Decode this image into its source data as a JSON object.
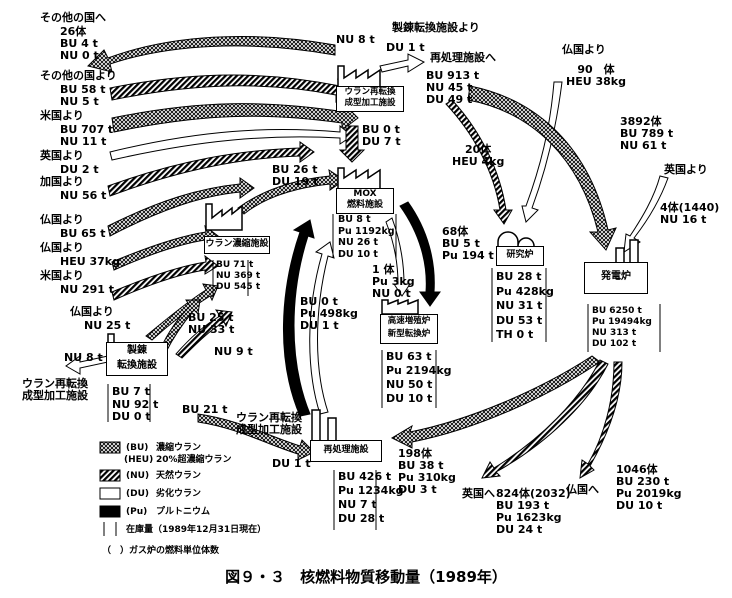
{
  "title": "図９・３　核燃料物質移動量（1989年）",
  "facilities": {
    "uranium_conversion_top": "ウラン再転換\n成型加工施設",
    "mox": "MOX\n燃料施設",
    "uranium_enrichment": "ウラン濃縮施設",
    "refining_conversion": "製錬\n転換施設",
    "fbr": "高速増殖炉\n新型転換炉",
    "research_reactor": "研究炉",
    "power_reactor": "発電炉",
    "reprocessing": "再処理施設",
    "uranium_conversion_bottom": "ウラン再転換\n成型加工施設"
  },
  "labels": {
    "refining_from": "製錬転換施設より",
    "to_reprocessing": "再処理施設へ",
    "france_from_top": "仏国より",
    "france_from_top_qty": "90　体\nHEU 38kg",
    "uk_from": "英国より",
    "uk_from_qty": "4体(1440)\nNU 16 t",
    "to_other": "その他の国へ",
    "to_other_qty": "26体\nBU 4 t\nNU 0 t",
    "from_other": "その他の国より",
    "from_other_qty": "BU 58 t\nNU 5 t",
    "usa_from": "米国より",
    "usa_from_qty": "BU 707 t\nNU 11 t",
    "uk_from_left": "英国より",
    "uk_from_left_qty": "DU 2 t",
    "canada_from": "加国より",
    "canada_from_qty": "NU 56 t",
    "france_from_left": "仏国より",
    "france_from_left_qty": "BU 65 t",
    "france_from_left2": "仏国より",
    "france_from_left2_qty": "HEU 37kg",
    "usa_from_left2": "米国より",
    "usa_from_left2_qty": "NU 291 t",
    "france_from_left3": "仏国より",
    "france_from_left3_qty": "NU 25 t",
    "nu8_left": "NU 8 t",
    "to_ucf_left": "ウラン再転換\n成型加工施設",
    "to_uk": "英国へ",
    "to_france": "仏国へ",
    "fuel_bundle_note": "（　）ガス炉の燃料単位体数"
  },
  "flows": {
    "nu8_top": "NU 8 t",
    "du1_top": "DU 1 t",
    "reproc_out": "BU 913 t\nNU 45 t\nDU 49 t",
    "ucf_to_mox": "BU 0 t\nDU 7 t",
    "enrich_out": "BU 26 t\nDU 19 t",
    "heu_20": "20体\nHEU 4kg",
    "pwr_3892": "3892体\nBU 789 t\nNU 61 t",
    "research_in": "68体\nBU 5 t\nPu 194 t",
    "fbr_in": "1 体\nPu 3kg\nNU 0 t",
    "mox_in": "BU 0 t\nPu 498kg\nDU 1 t",
    "enrich_in": "BU 25 t\nNU 33 t",
    "nu9": "NU 9 t",
    "bu21": "BU 21 t",
    "du1_bottom": "DU 1 t",
    "to_reproc_198": "198体\nBU 38 t\nPu 310kg\nDU 3 t",
    "to_uk_qty": "824体(2032)\nBU 193 t\nPu 1623kg\nDU 24 t",
    "to_france_qty": "1046体\nBU 230 t\nPu 2019kg\nDU 10 t"
  },
  "inventories": {
    "mox": "BU 8 t\nPu 1192kg\nNU 26 t\nDU 10 t",
    "enrichment": "BU 71 t\nNU 369 t\nDU 545 t",
    "refining": "BU 7 t\nNU 92 t\nDU 0 t",
    "fbr": "BU 63 t\nPu 2194kg\nNU 50 t\nDU 10 t",
    "research": "BU 28 t\nPu 428kg\nNU 31 t\nDU 53 t\nTH 0 t",
    "power": "BU 6250 t\nPu 19494kg\nNU 313 t\nDU 102 t",
    "reprocessing": "BU 426 t\nPu 1234kg\nNU 7 t\nDU 28 t"
  },
  "legend": [
    {
      "code": "(BU)",
      "label": "濃縮ウラン",
      "code2": "(HEU)",
      "label2": "20%超濃縮ウラン",
      "fill": "#777"
    },
    {
      "code": "(NU)",
      "label": "天然ウラン",
      "fill": "#444"
    },
    {
      "code": "(DU)",
      "label": "劣化ウラン",
      "fill": "#fff"
    },
    {
      "code": "(Pu)",
      "label": "プルトニウム",
      "fill": "#000"
    },
    {
      "code": "",
      "label": "在庫量（1989年12月31日現在）",
      "fill": ""
    }
  ]
}
